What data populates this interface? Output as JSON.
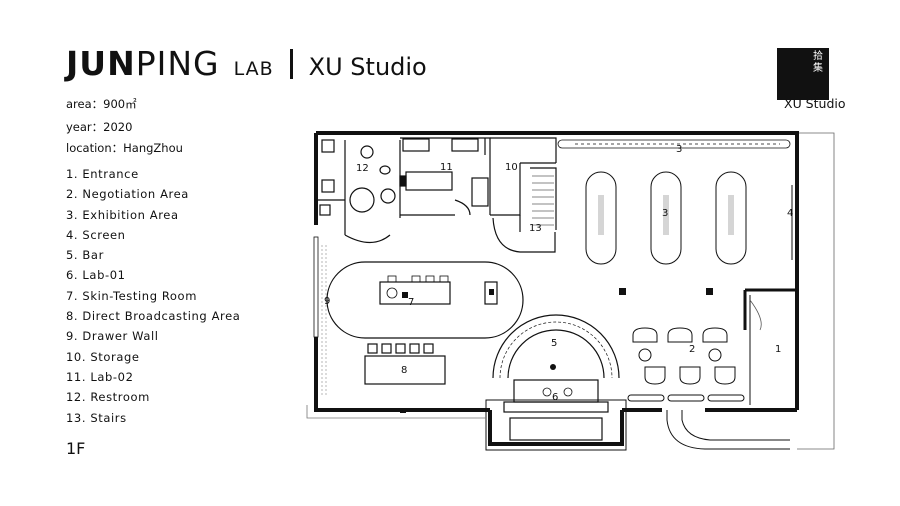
{
  "header": {
    "title_bold": "JUN",
    "title_regular": "PING",
    "title_lab": "LAB",
    "title_studio": "XU Studio"
  },
  "meta": {
    "area": "area：900㎡",
    "year": "year：2020",
    "location": "location：HangZhou"
  },
  "legend": [
    "1.  Entrance",
    "2.  Negotiation  Area",
    "3.  Exhibition  Area",
    "4.  Screen",
    "5.  Bar",
    "6.  Lab-01",
    "7.  Skin-Testing  Room",
    "8.  Direct  Broadcasting  Area",
    "9.  Drawer  Wall",
    "10. Storage",
    "11. Lab-02",
    "12. Restroom",
    "13. Stairs"
  ],
  "floor_label": "1F",
  "logo": {
    "chars": "拾集",
    "studio": "XU Studio"
  },
  "plan_labels": {
    "r1": "1",
    "r2": "2",
    "r3a": "3",
    "r3b": "3",
    "r4": "4",
    "r5": "5",
    "r6": "6",
    "r7": "7",
    "r8": "8",
    "r9": "9",
    "r10": "10",
    "r11": "11",
    "r12": "12",
    "r13": "13"
  }
}
